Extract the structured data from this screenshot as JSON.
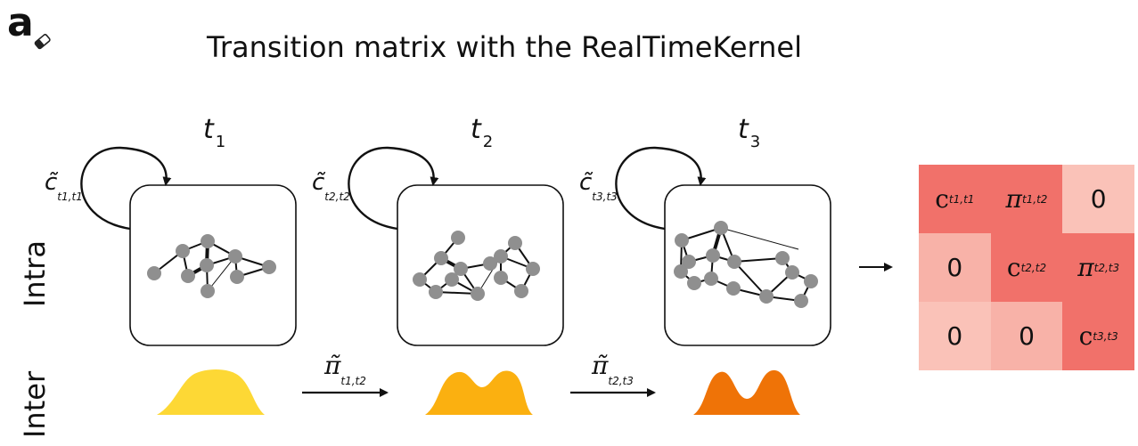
{
  "panel_letter": "a",
  "title": "Transition matrix with the RealTimeKernel",
  "row_labels": {
    "intra": "Intra",
    "inter": "Inter"
  },
  "timepoints": [
    {
      "t": "t",
      "sub": "1",
      "self_label": "c̃",
      "self_sub": "t1,t1"
    },
    {
      "t": "t",
      "sub": "2",
      "self_label": "c̃",
      "self_sub": "t2,t2"
    },
    {
      "t": "t",
      "sub": "3",
      "self_label": "c̃",
      "self_sub": "t3,t3"
    }
  ],
  "inter_labels": [
    {
      "label": "π̃",
      "sub": "t1,t2"
    },
    {
      "label": "π̃",
      "sub": "t2,t3"
    }
  ],
  "distribution_colors": [
    "#fdd835",
    "#fbb010",
    "#ef7307"
  ],
  "matrix": {
    "cells": [
      [
        "c",
        "π",
        "0"
      ],
      [
        "0",
        "c",
        "π"
      ],
      [
        "0",
        "0",
        "c"
      ]
    ],
    "subs": [
      [
        "t1,t1",
        "t1,t2",
        ""
      ],
      [
        "",
        "t2,t2",
        "t2,t3"
      ],
      [
        "",
        "",
        "t3,t3"
      ]
    ],
    "colors": {
      "block": "#f1716a",
      "off": "#f8b2a8",
      "zero": "#fac2b8"
    }
  },
  "icons": {
    "eraser": "eraser-icon",
    "arrow": "arrow-right-icon"
  }
}
